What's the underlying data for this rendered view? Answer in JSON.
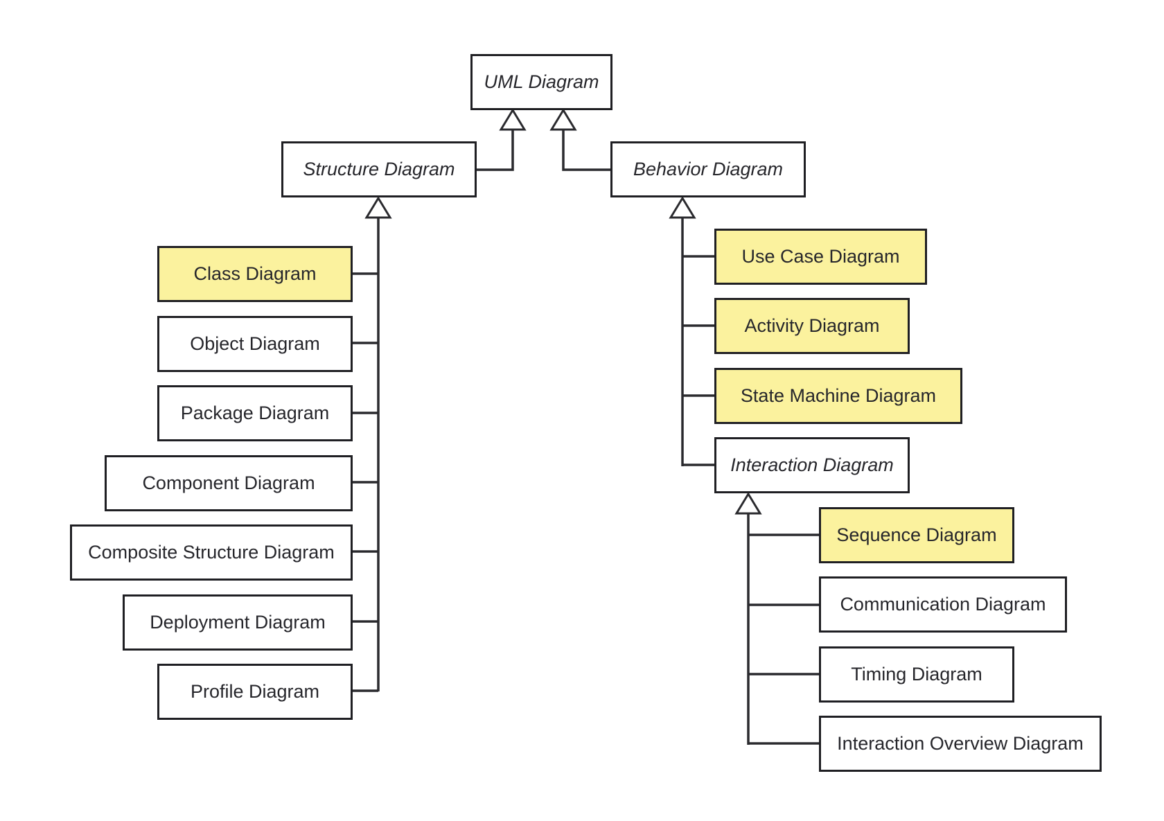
{
  "colors": {
    "highlight": "#fbf29e",
    "border": "#1f1f23",
    "text": "#26262b",
    "background": "#ffffff"
  },
  "nodes": {
    "uml": {
      "label": "UML Diagram",
      "style": "italic"
    },
    "structure": {
      "label": "Structure Diagram",
      "style": "italic"
    },
    "behavior": {
      "label": "Behavior Diagram",
      "style": "italic"
    },
    "class": {
      "label": "Class Diagram",
      "highlighted": true
    },
    "object": {
      "label": "Object Diagram"
    },
    "package": {
      "label": "Package Diagram"
    },
    "component": {
      "label": "Component Diagram"
    },
    "composite": {
      "label": "Composite Structure Diagram"
    },
    "deployment": {
      "label": "Deployment Diagram"
    },
    "profile": {
      "label": "Profile Diagram"
    },
    "usecase": {
      "label": "Use Case Diagram",
      "highlighted": true
    },
    "activity": {
      "label": "Activity Diagram",
      "highlighted": true
    },
    "statemachine": {
      "label": "State Machine Diagram",
      "highlighted": true
    },
    "interaction": {
      "label": "Interaction Diagram",
      "style": "italic"
    },
    "sequence": {
      "label": "Sequence Diagram",
      "highlighted": true
    },
    "communication": {
      "label": "Communication Diagram"
    },
    "timing": {
      "label": "Timing Diagram"
    },
    "overview": {
      "label": "Interaction Overview Diagram"
    }
  },
  "edges": [
    {
      "from": "structure",
      "to": "uml",
      "type": "generalization"
    },
    {
      "from": "behavior",
      "to": "uml",
      "type": "generalization"
    },
    {
      "from": "class",
      "to": "structure",
      "type": "generalization"
    },
    {
      "from": "object",
      "to": "structure",
      "type": "generalization"
    },
    {
      "from": "package",
      "to": "structure",
      "type": "generalization"
    },
    {
      "from": "component",
      "to": "structure",
      "type": "generalization"
    },
    {
      "from": "composite",
      "to": "structure",
      "type": "generalization"
    },
    {
      "from": "deployment",
      "to": "structure",
      "type": "generalization"
    },
    {
      "from": "profile",
      "to": "structure",
      "type": "generalization"
    },
    {
      "from": "usecase",
      "to": "behavior",
      "type": "generalization"
    },
    {
      "from": "activity",
      "to": "behavior",
      "type": "generalization"
    },
    {
      "from": "statemachine",
      "to": "behavior",
      "type": "generalization"
    },
    {
      "from": "interaction",
      "to": "behavior",
      "type": "generalization"
    },
    {
      "from": "sequence",
      "to": "interaction",
      "type": "generalization"
    },
    {
      "from": "communication",
      "to": "interaction",
      "type": "generalization"
    },
    {
      "from": "timing",
      "to": "interaction",
      "type": "generalization"
    },
    {
      "from": "overview",
      "to": "interaction",
      "type": "generalization"
    }
  ]
}
